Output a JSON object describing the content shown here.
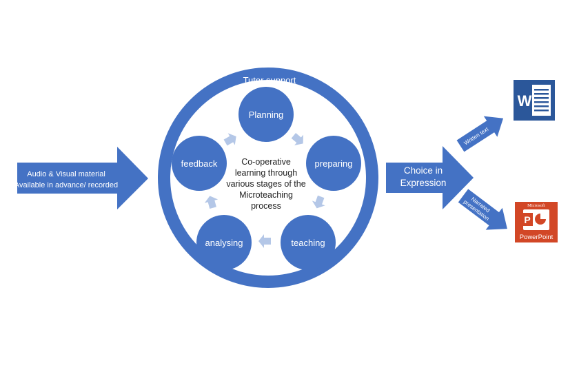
{
  "diagram": {
    "ring_label": "Tutor support",
    "center_text": [
      "Co-operative",
      "learning through",
      "various stages of the",
      "Microteaching",
      "process"
    ],
    "stages": {
      "planning": "Planning",
      "preparing": "preparing",
      "teaching": "teaching",
      "analysing": "analysing",
      "feedback": "feedback"
    },
    "input_arrow": {
      "line1": "Audio & Visual material",
      "line2": "Available in  advance/ recorded"
    },
    "output_arrow": {
      "line1": "Choice in",
      "line2": "Expression"
    },
    "branch_written": "Written text",
    "branch_narrated": {
      "line1": "Narrated",
      "line2": "presentation"
    },
    "word_icon": {
      "letter": "W"
    },
    "powerpoint_icon": {
      "top_text": "Microsoft",
      "letter": "P",
      "label": "PowerPoint"
    }
  },
  "colors": {
    "primary_blue": "#4472C4",
    "light_arrow": "#B4C7E7",
    "word_blue": "#2B579A",
    "powerpoint_red": "#D24726"
  }
}
